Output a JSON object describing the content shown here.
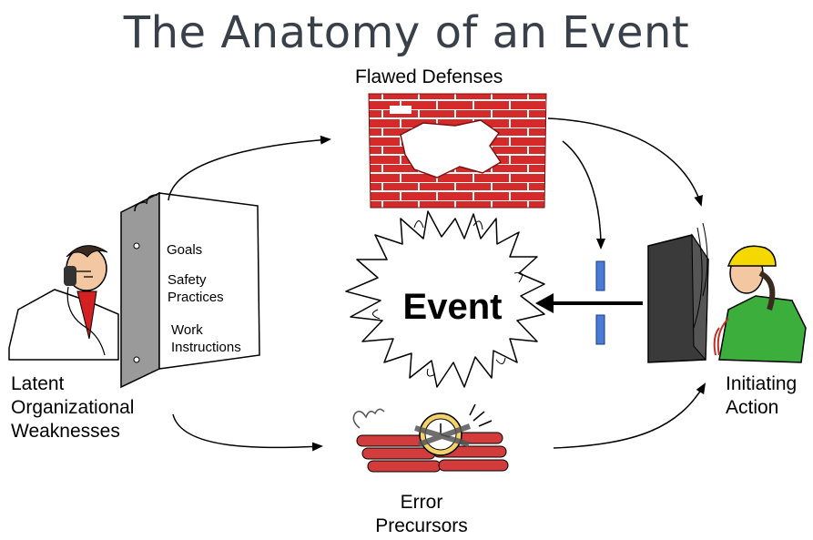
{
  "title": "The Anatomy of an Event",
  "nodes": {
    "flawed_defenses": "Flawed Defenses",
    "latent": [
      "Latent",
      "Organizational",
      "Weaknesses"
    ],
    "initiating": [
      "Initiating",
      "Action"
    ],
    "error_precursors": [
      "Error",
      "Precursors"
    ],
    "event": "Event"
  },
  "binder": {
    "goals": "Goals",
    "safety": [
      "Safety",
      "Practices"
    ],
    "work": [
      "Work",
      "Instructions"
    ]
  },
  "icons": [
    "binder-icon",
    "brick-wall-icon",
    "worker-icon",
    "office-man-icon",
    "dynamite-clock-icon",
    "explosion-icon"
  ],
  "colors": {
    "brick": "#d42a2a",
    "mortar": "#ffffff",
    "barrier": "#4a7bd6",
    "shirt_green": "#3cae3c",
    "helmet": "#f5d800"
  }
}
